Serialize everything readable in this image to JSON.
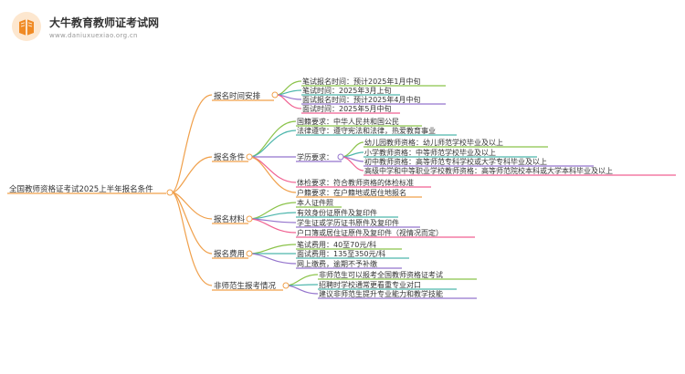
{
  "brand": {
    "name": "大牛教育教师证考试网",
    "url": "www.daniuxuexiao.org.cn",
    "logo_icon": "book-icon"
  },
  "mindmap": {
    "root": "全国教师资格证考试2025上半年报名条件",
    "branches": [
      {
        "label": "报名时间安排",
        "color": "#f0a04b",
        "items": [
          "笔试报名时间：预计2025年1月中旬",
          "笔试时间：2025年3月上旬",
          "面试报名时间：预计2025年4月中旬",
          "面试时间：2025年5月中旬"
        ]
      },
      {
        "label": "报名条件",
        "color": "#f0a04b",
        "items": [
          "国籍要求：中华人民共和国公民",
          "法律遵守：遵守宪法和法律，热爱教育事业"
        ],
        "sub": {
          "label": "学历要求：",
          "items": [
            "幼儿园教师资格：幼儿师范学校毕业及以上",
            "小学教师资格：中等师范学校毕业及以上",
            "初中教师资格：高等师范专科学校或大学专科毕业及以上",
            "高级中学和中等职业学校教师资格：高等师范院校本科或大学本科毕业及以上"
          ]
        },
        "items_after": [
          "体检要求：符合教师资格的体检标准",
          "户籍要求：在户籍地或居住地报名"
        ]
      },
      {
        "label": "报名材料",
        "color": "#f0a04b",
        "items": [
          "本人证件照",
          "有效身份证原件及复印件",
          "学生证或学历证书原件及复印件",
          "户口簿或居住证原件及复印件（视情况而定）"
        ]
      },
      {
        "label": "报名费用",
        "color": "#f0a04b",
        "items": [
          "笔试费用：40至70元/科",
          "面试费用：135至350元/科",
          "网上缴费，逾期不予补缴"
        ]
      },
      {
        "label": "非师范生报考情况",
        "color": "#f0a04b",
        "items": [
          "非师范生可以报考全国教师资格证考试",
          "招聘时学校通常更看重专业对口",
          "建议非师范生提升专业能力和教学技能"
        ]
      }
    ]
  }
}
